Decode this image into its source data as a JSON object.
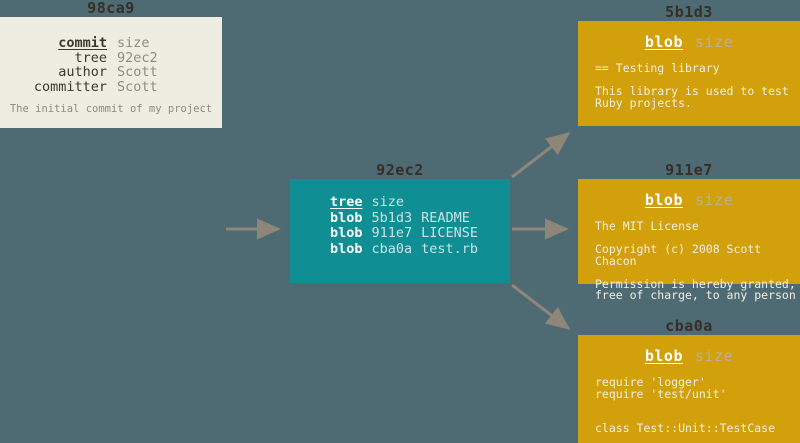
{
  "diagram": {
    "description_colors": {
      "background": "#4e6a72",
      "commit_box": "#efede2",
      "tree_box": "#0f8e93",
      "blob_box": "#d1a00b",
      "title_text": "#352f26",
      "arrow": "#8e8679"
    },
    "commit": {
      "title": "98ca9",
      "type_label": "commit",
      "size_label": "size",
      "rows": [
        {
          "key": "tree",
          "value": "92ec2"
        },
        {
          "key": "author",
          "value": "Scott"
        },
        {
          "key": "committer",
          "value": "Scott"
        }
      ],
      "message": "The initial commit of my project"
    },
    "tree": {
      "title": "92ec2",
      "type_label": "tree",
      "size_label": "size",
      "entries": [
        {
          "type": "blob",
          "hash": "5b1d3",
          "name": "README"
        },
        {
          "type": "blob",
          "hash": "911e7",
          "name": "LICENSE"
        },
        {
          "type": "blob",
          "hash": "cba0a",
          "name": "test.rb"
        }
      ]
    },
    "blobs": [
      {
        "title": "5b1d3",
        "type_label": "blob",
        "size_label": "size",
        "content": "== Testing library\n\nThis library is used to test\nRuby projects."
      },
      {
        "title": "911e7",
        "type_label": "blob",
        "size_label": "size",
        "content": "The MIT License\n\nCopyright (c) 2008 Scott Chacon\n\nPermission is hereby granted,\nfree of charge, to any person"
      },
      {
        "title": "cba0a",
        "type_label": "blob",
        "size_label": "size",
        "content": "require 'logger'\nrequire 'test/unit'\n\n\nclass Test::Unit::TestCase"
      }
    ]
  }
}
